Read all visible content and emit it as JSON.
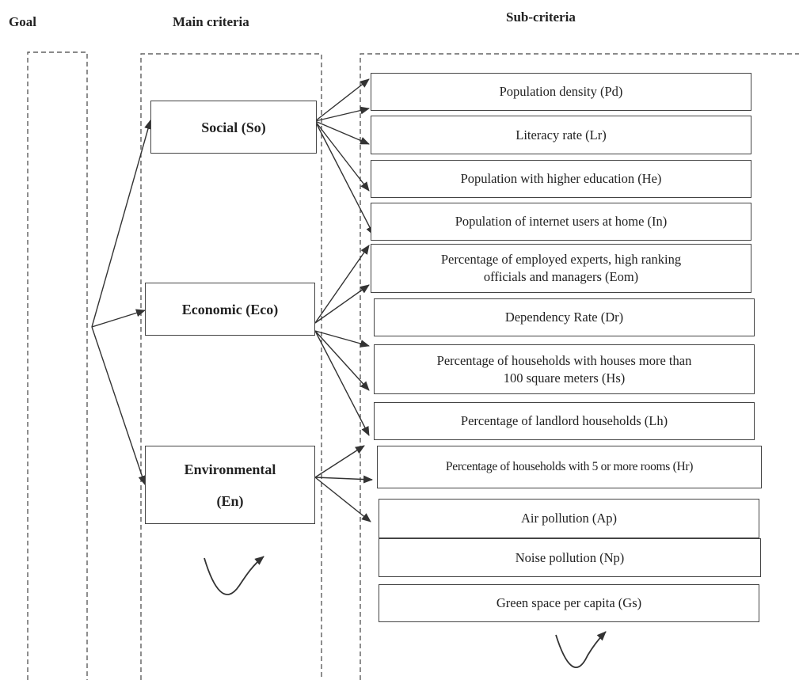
{
  "headers": {
    "goal": "Goal",
    "main": "Main criteria",
    "sub": "Sub-criteria"
  },
  "main_criteria": [
    {
      "label": "Social (So)"
    },
    {
      "label": "Economic (Eco)"
    },
    {
      "line1": "Environmental",
      "line2": "(En)"
    }
  ],
  "sub_criteria": [
    {
      "text": "Population density (Pd)"
    },
    {
      "text": "Literacy rate (Lr)"
    },
    {
      "text": "Population with higher education (He)"
    },
    {
      "text": "Population of internet users at home (In)"
    },
    {
      "line1": "Percentage of employed experts, high ranking",
      "line2": "officials and managers (Eom)"
    },
    {
      "text": "Dependency Rate (Dr)"
    },
    {
      "line1": "Percentage of households with houses more than",
      "line2": "100 square meters (Hs)"
    },
    {
      "text": "Percentage of landlord households (Lh)"
    },
    {
      "text": "Percentage of households with 5 or more rooms (Hr)"
    },
    {
      "text": "Air pollution (Ap)"
    },
    {
      "text": "Noise pollution (Np)"
    },
    {
      "text": "Green space per capita (Gs)"
    }
  ],
  "colors": {
    "line": "#333333",
    "dash": "#444444"
  }
}
